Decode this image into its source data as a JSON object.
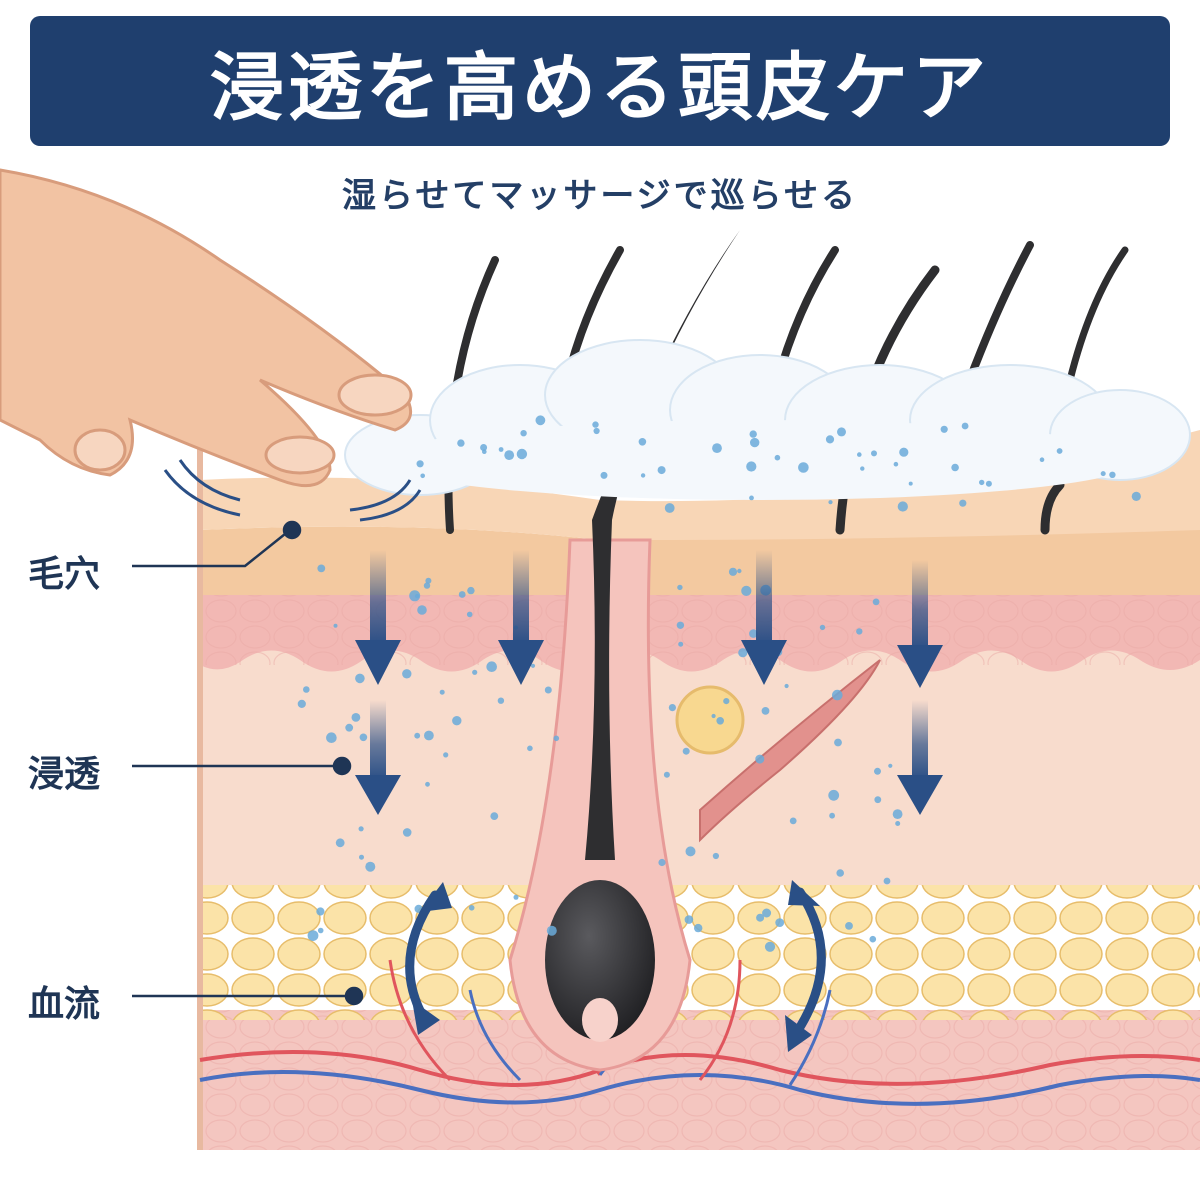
{
  "header": {
    "title": "浸透を高める頭皮ケア",
    "subtitle": "湿らせてマッサージで巡らせる"
  },
  "callouts": [
    {
      "label": "毛穴"
    },
    {
      "label": "浸透"
    },
    {
      "label": "血流"
    }
  ],
  "colors": {
    "banner": "#1f3f6e",
    "title_text": "#ffffff",
    "subtitle_text": "#243f66",
    "label_text": "#1f3555",
    "arrow": "#2a4f86",
    "foam": "#f4f8fc",
    "bubble": "#6aaad9",
    "epidermis": "#f3c9a0",
    "dermis": "#f8dccd",
    "fat": "#f6d89a",
    "hair": "#2e2e30",
    "artery": "#e0555d",
    "vein": "#4a6fc0",
    "skin_hand": "#f2c3a3"
  },
  "icons": [
    "hand-icon",
    "vibration-lines-icon",
    "down-arrow-icon",
    "circulation-arrow-icon"
  ]
}
